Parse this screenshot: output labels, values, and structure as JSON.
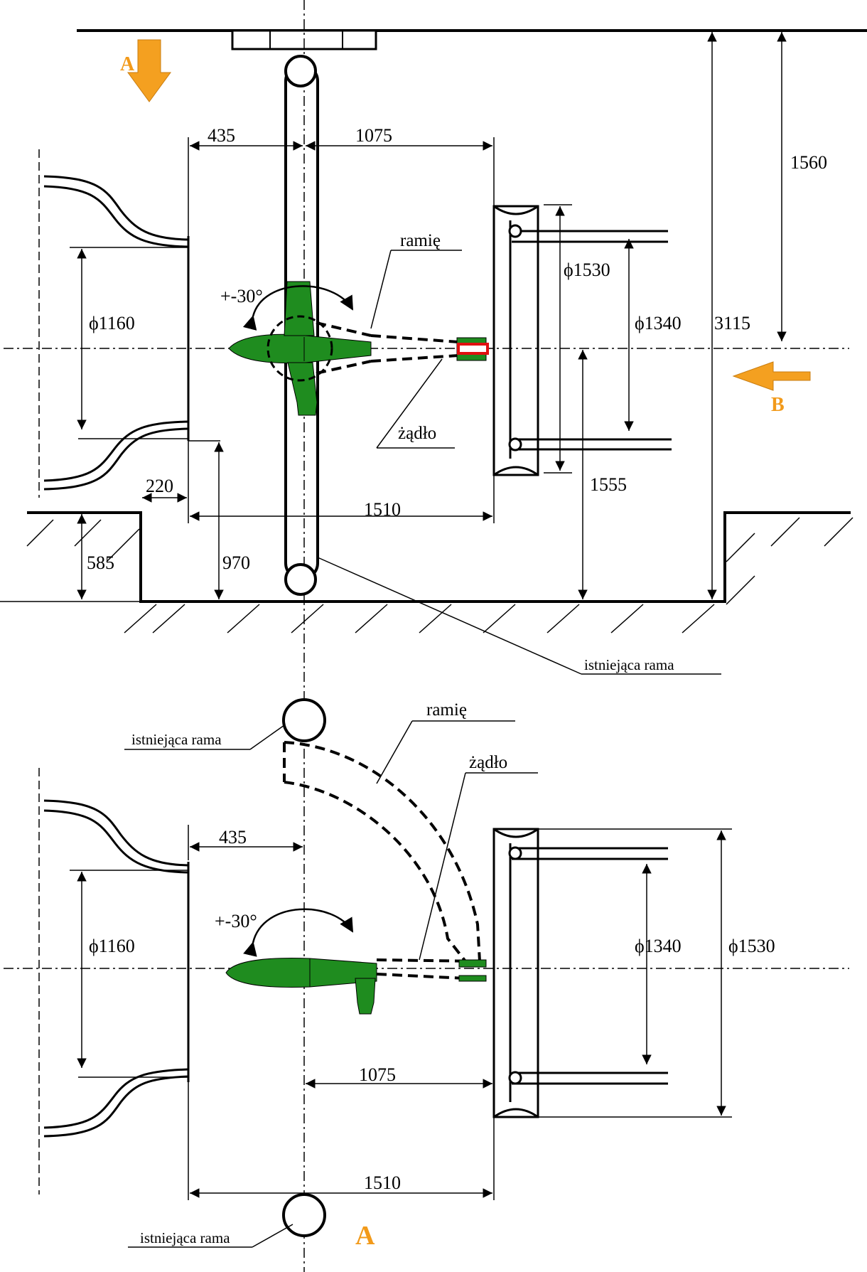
{
  "colors": {
    "line": "#000000",
    "model_fill": "#1f8c1f",
    "arrow_orange": "#f4a020",
    "view_letter": "#f29a1a",
    "sting_highlight": "#e01010"
  },
  "views": {
    "marker_a": "A",
    "marker_b": "B",
    "marker_a_bottom": "A"
  },
  "top_view": {
    "dims": {
      "d435": "435",
      "d1075": "1075",
      "d1560": "1560",
      "d3115": "3115",
      "d1555": "1555",
      "d220": "220",
      "d1510": "1510",
      "d585": "585",
      "d970": "970",
      "phi1160": "ϕ1160",
      "phi1530": "ϕ1530",
      "phi1340": "ϕ1340"
    },
    "angle": "+-30°",
    "labels": {
      "arm": "ramię",
      "sting": "żądło",
      "frame": "istniejąca rama"
    }
  },
  "bottom_view": {
    "dims": {
      "d435": "435",
      "d1075": "1075",
      "d1510": "1510",
      "phi1160": "ϕ1160",
      "phi1340": "ϕ1340",
      "phi1530": "ϕ1530"
    },
    "angle": "+-30°",
    "labels": {
      "arm": "ramię",
      "sting": "żądło",
      "frame_top": "istniejąca rama",
      "frame_bottom": "istniejąca rama"
    }
  }
}
